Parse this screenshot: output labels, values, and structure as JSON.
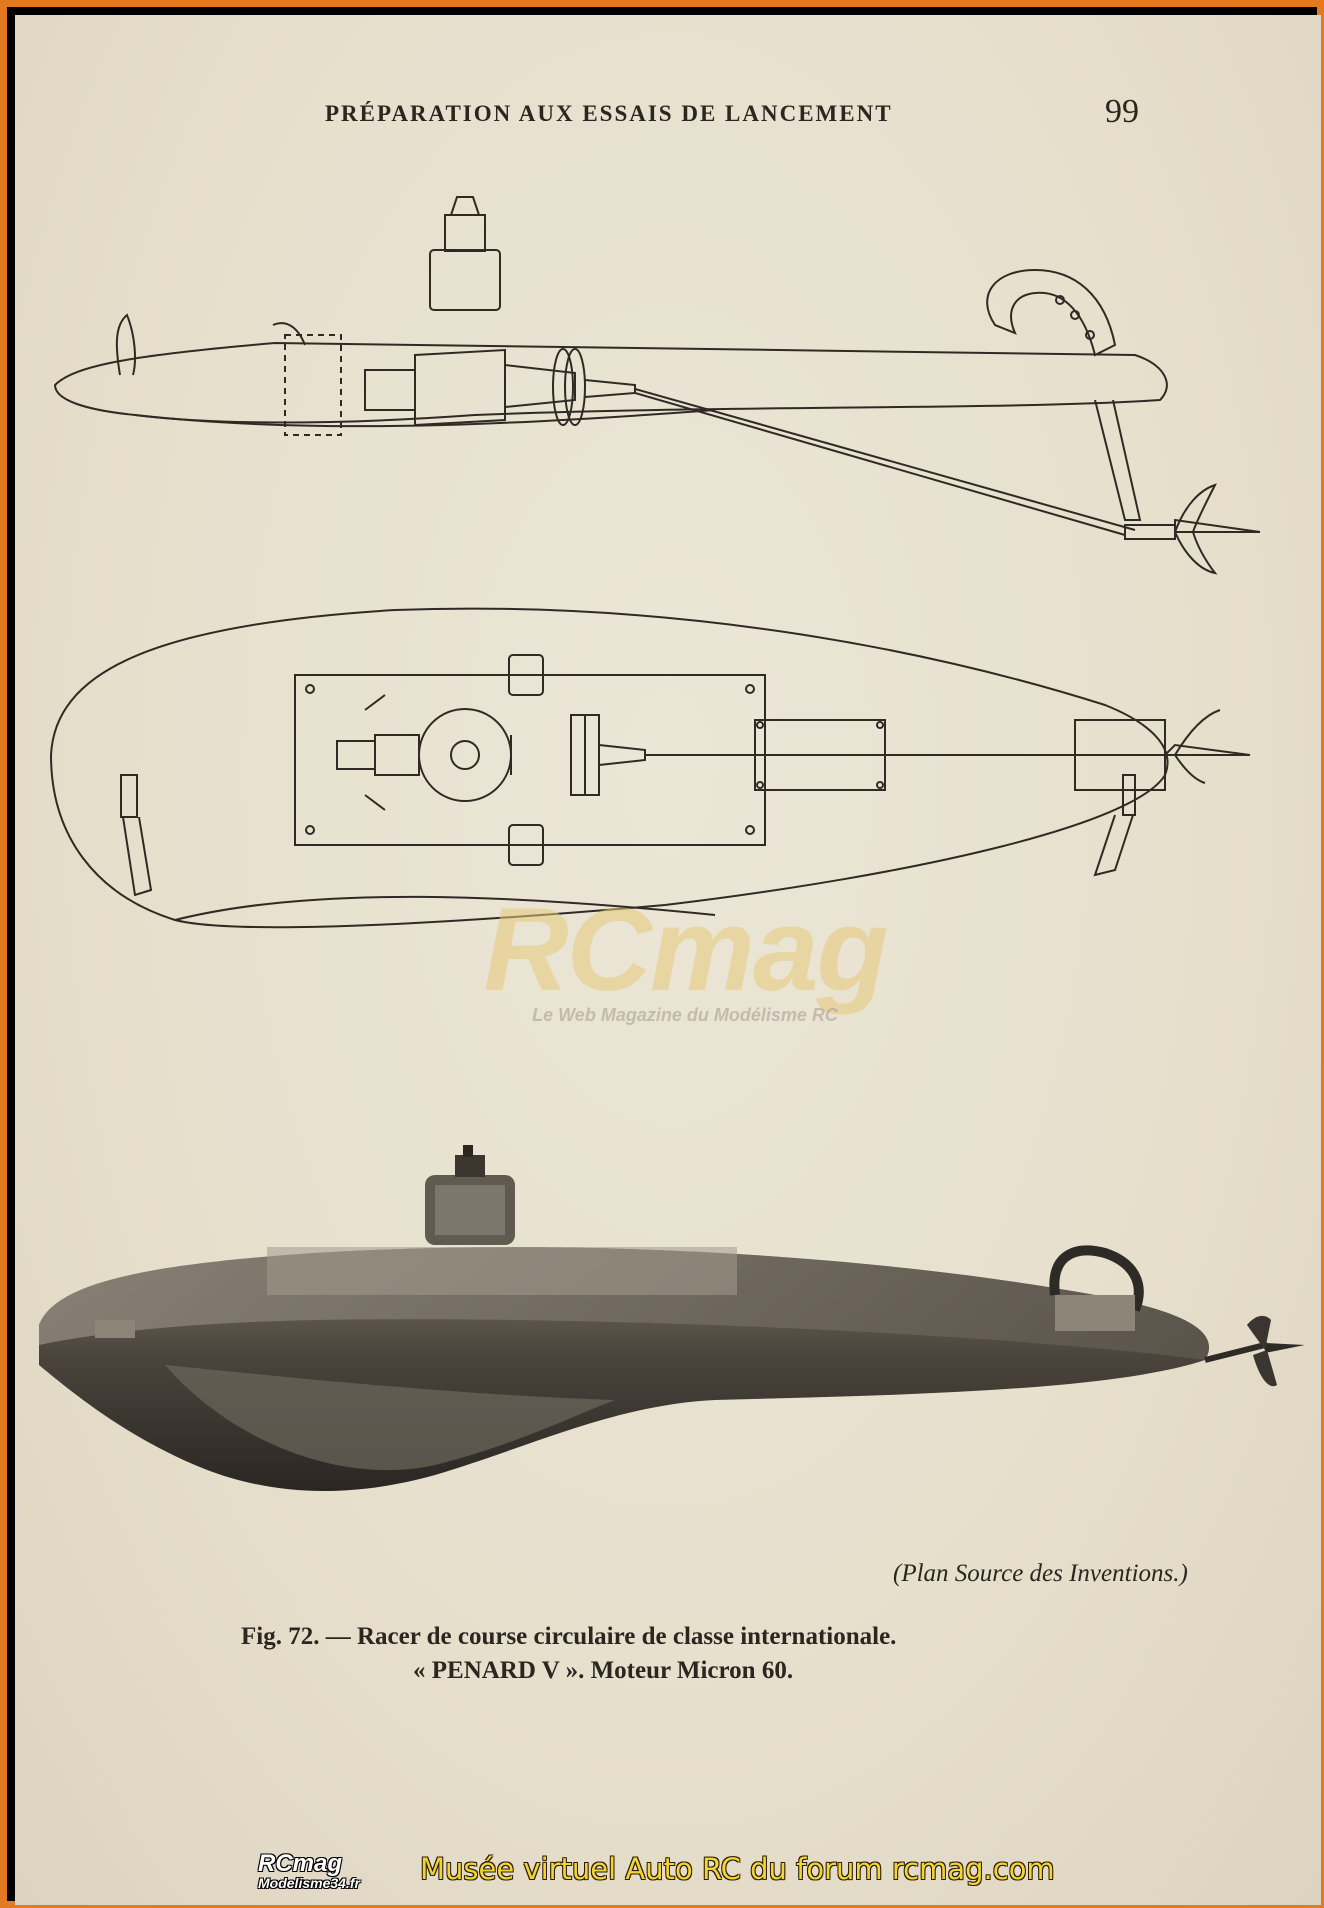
{
  "page": {
    "running_head": "PRÉPARATION AUX ESSAIS DE LANCEMENT",
    "page_number": "99"
  },
  "watermark": {
    "logo": "RCmag",
    "tagline": "Le Web Magazine du Modélisme RC"
  },
  "figure": {
    "credit": "(Plan Source des Inventions.)",
    "caption_line1": "Fig. 72. — Racer de course circulaire de classe internationale.",
    "caption_line2": "« PENARD V ». Moteur Micron 60."
  },
  "footer": {
    "logo_line1": "RCmag",
    "logo_line2": "Modelisme34.fr",
    "text": "Musée virtuel Auto RC du forum rcmag.com"
  },
  "colors": {
    "border": "#e27a21",
    "paper": "#e9e2d1",
    "ink": "#2b2620",
    "footer_text": "#f3d436"
  }
}
